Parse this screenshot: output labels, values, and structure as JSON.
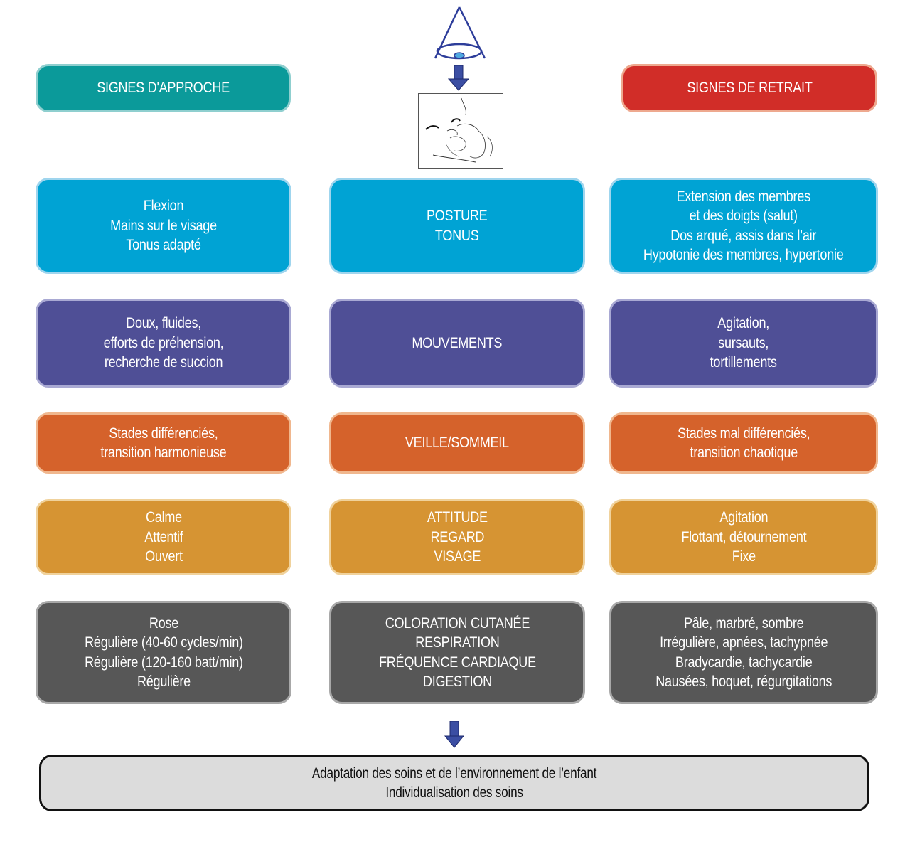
{
  "header": {
    "left_title": "SIGNES D'APPROCHE",
    "right_title": "SIGNES DE RETRAIT",
    "top_icon": "eye-cone-icon",
    "illustration": "newborn-hand-to-face-sketch"
  },
  "colors": {
    "approach": "#0b9a9a",
    "withdrawal": "#d12d28",
    "posture": "#00a3d4",
    "movements": "#4f4f96",
    "sleep": "#d5622b",
    "attitude": "#d69433",
    "physiology": "#575757",
    "arrow": "#3b4ea3"
  },
  "rows": [
    {
      "key": "posture",
      "approach": [
        "Flexion",
        "Mains sur le visage",
        "Tonus adapté"
      ],
      "category": [
        "POSTURE",
        "TONUS"
      ],
      "withdrawal": [
        "Extension des membres",
        "et des doigts (salut)",
        "Dos arqué, assis dans l’air",
        "Hypotonie des membres, hypertonie"
      ]
    },
    {
      "key": "movements",
      "approach": [
        "Doux, fluides,",
        "efforts de préhension,",
        "recherche de succion"
      ],
      "category": [
        "MOUVEMENTS"
      ],
      "withdrawal": [
        "Agitation,",
        "sursauts,",
        "tortillements"
      ]
    },
    {
      "key": "sleep",
      "approach": [
        "Stades différenciés,",
        "transition harmonieuse"
      ],
      "category": [
        "VEILLE/SOMMEIL"
      ],
      "withdrawal": [
        "Stades mal différenciés,",
        "transition chaotique"
      ]
    },
    {
      "key": "attitude",
      "approach": [
        "Calme",
        "Attentif",
        "Ouvert"
      ],
      "category": [
        "ATTITUDE",
        "REGARD",
        "VISAGE"
      ],
      "withdrawal": [
        "Agitation",
        "Flottant, détournement",
        "Fixe"
      ]
    },
    {
      "key": "physiology",
      "approach": [
        "Rose",
        "Régulière (40-60 cycles/min)",
        "Régulière (120-160 batt/min)",
        "Régulière"
      ],
      "category": [
        "COLORATION CUTANÉE",
        "RESPIRATION",
        "FRÉQUENCE CARDIAQUE",
        "DIGESTION"
      ],
      "withdrawal": [
        "Pâle, marbré, sombre",
        "Irrégulière, apnées, tachypnée",
        "Bradycardie, tachycardie",
        "Nausées, hoquet, régurgitations"
      ]
    }
  ],
  "conclusion": [
    "Adaptation des soins et de l’environnement de l’enfant",
    "Individualisation des soins"
  ]
}
